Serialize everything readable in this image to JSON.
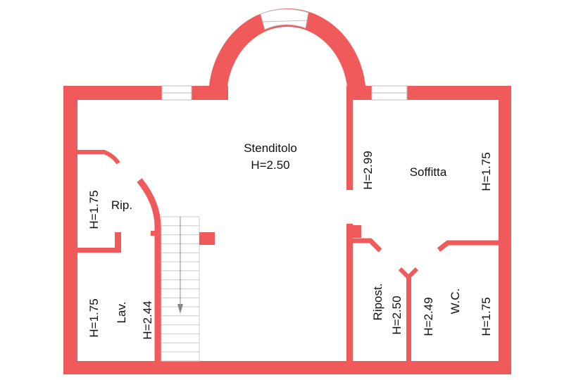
{
  "colors": {
    "wall": "#F05A5A",
    "window_frame": "#BBBBBB",
    "stair_line": "#CCCCCC",
    "text": "#111111",
    "background": "#FFFFFF"
  },
  "rooms": {
    "stenditolo": {
      "name": "Stenditolo",
      "height": "H=2.50"
    },
    "soffitta": {
      "name": "Soffitta",
      "height_left": "H=2.99",
      "height_right": "H=1.75"
    },
    "ripostiglio_small": {
      "name": "Rip.",
      "height": "H=1.75"
    },
    "lavanderia": {
      "name": "Lav.",
      "height_left": "H=1.75",
      "height_right": "H=2.44"
    },
    "ripostiglio": {
      "name": "Ripost.",
      "height": "H=2.50"
    },
    "wc": {
      "name": "W.C.",
      "height_left": "H=2.49",
      "height_right": "H=1.75"
    }
  },
  "icons": {
    "stair_arrow": "arrow-down-icon"
  }
}
